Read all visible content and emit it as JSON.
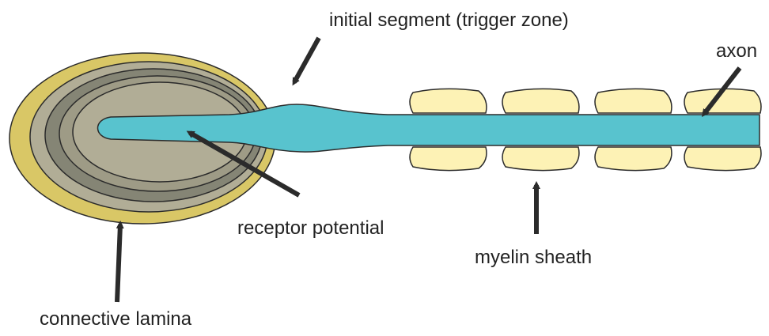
{
  "labels": {
    "initial_segment": "initial segment (trigger zone)",
    "axon": "axon",
    "receptor_potential": "receptor potential",
    "myelin_sheath": "myelin sheath",
    "connective_lamina": "connective lamina"
  },
  "colors": {
    "lamina_outer": "#d9c766",
    "lamina_ring_1": "#858575",
    "lamina_ring_2": "#9e9b86",
    "lamina_inner": "#b1ad96",
    "axon_fill": "#58c3ce",
    "myelin_fill": "#fdf2b5",
    "outline": "#2b2b2b",
    "arrow": "#2b2b2b"
  }
}
